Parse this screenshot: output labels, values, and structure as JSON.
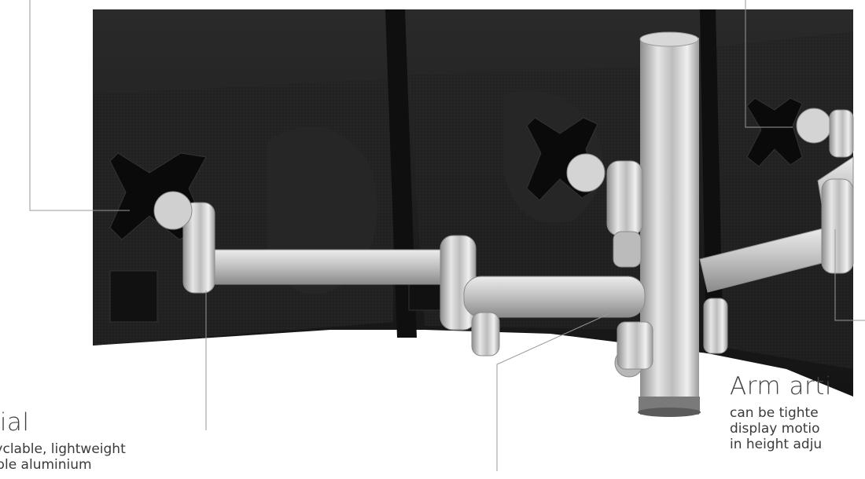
{
  "captions": {
    "material": {
      "title": "erial",
      "lines": [
        "recyclable, lightweight",
        "urable aluminium"
      ]
    },
    "arm": {
      "title": "Arm arti",
      "lines": [
        "can be tighte",
        "display motio",
        "in height adju"
      ]
    }
  },
  "colors": {
    "monitor_back": "#1c1c1c",
    "aluminium": "#c9c9c9",
    "leader_line": "#9a9a9a",
    "background": "#ffffff"
  }
}
